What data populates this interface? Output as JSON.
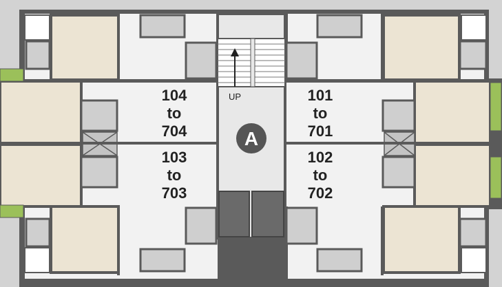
{
  "plan": {
    "block_label": "A",
    "stair_label": "UP",
    "units": {
      "top_left": {
        "line1": "104",
        "line2": "to",
        "line3": "704"
      },
      "top_right": {
        "line1": "101",
        "line2": "to",
        "line3": "701"
      },
      "bottom_left": {
        "line1": "103",
        "line2": "to",
        "line3": "703"
      },
      "bottom_right": {
        "line1": "102",
        "line2": "to",
        "line3": "702"
      }
    }
  },
  "colors": {
    "background": "#d6d6d6",
    "wall": "#5a5a5a",
    "floor": "#f2f2f2",
    "bedroom": "#ece4d3",
    "wet_area": "#cfcfcf",
    "planter": "#9bc05a",
    "block_marker": "#555555"
  }
}
